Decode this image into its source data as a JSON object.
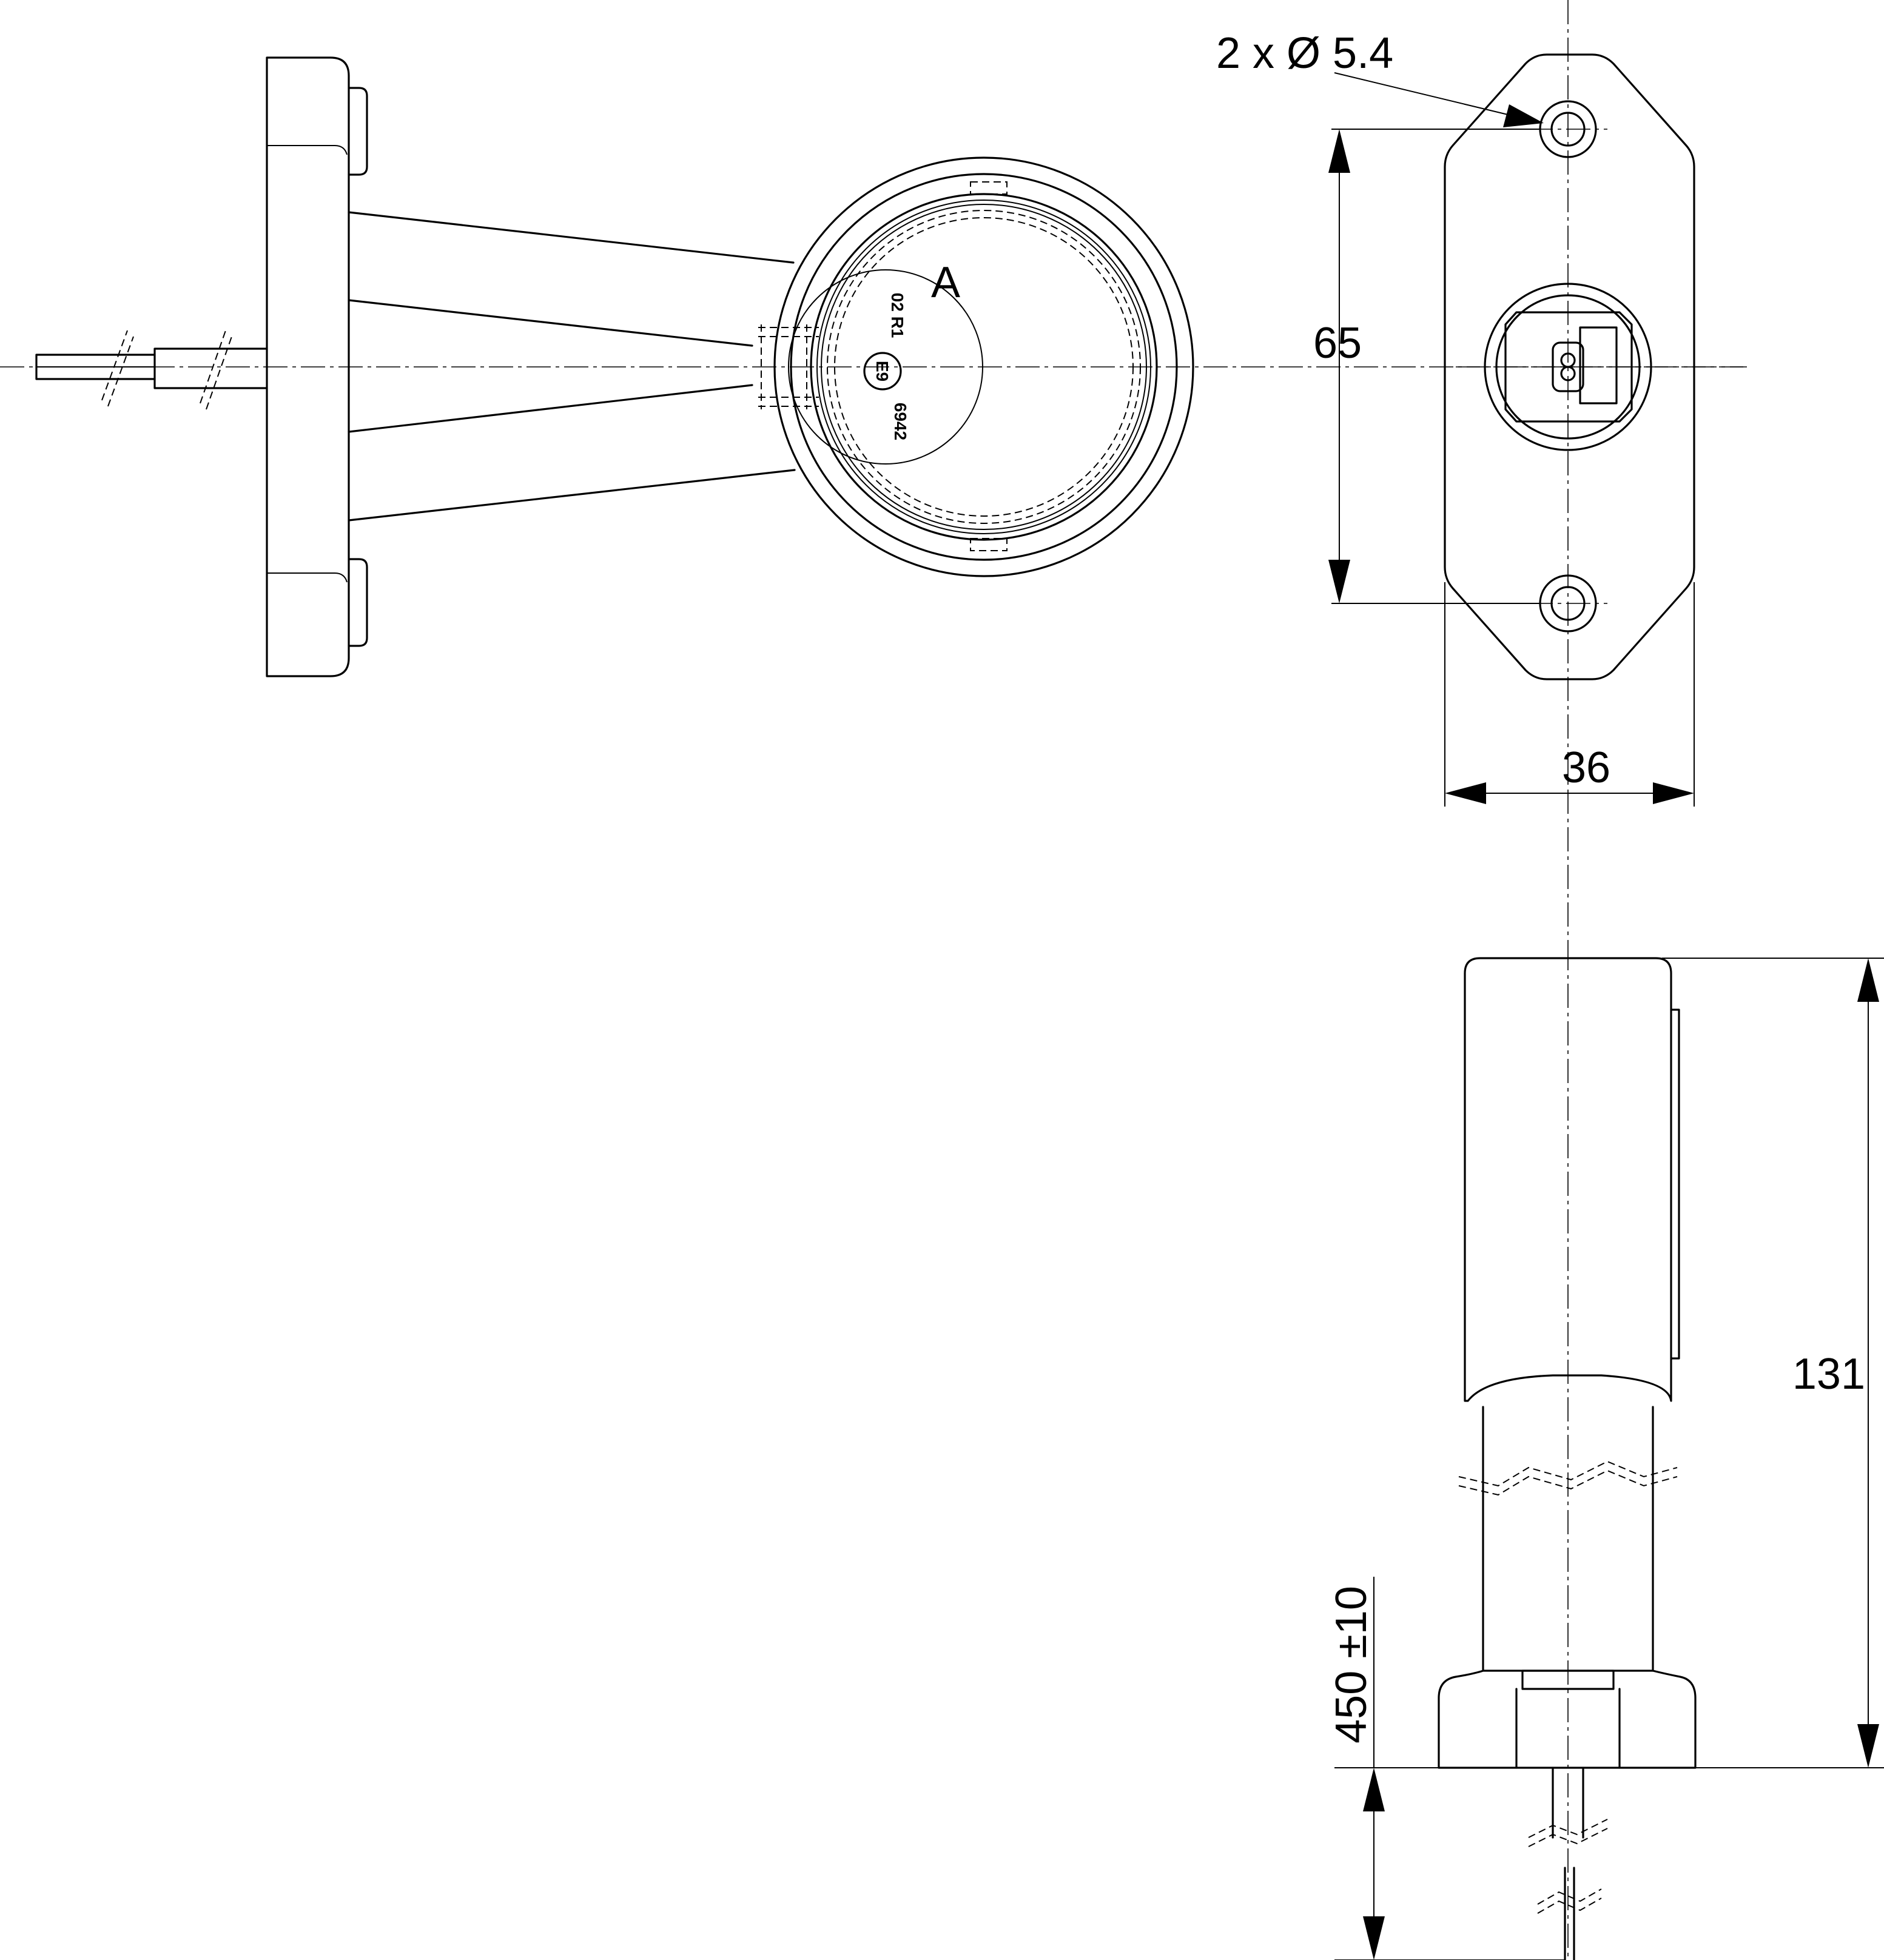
{
  "dimensions": {
    "hole_callout": "2 x Ø 5.4",
    "hole_spacing": "65",
    "width": "36",
    "height": "131",
    "cable_length": "450 ±10"
  },
  "markings": {
    "detail_letter": "A",
    "approval_ref": "02 R1",
    "approval_mark": "E9",
    "approval_number": "6942"
  },
  "colors": {
    "line": "#000000",
    "background": "#ffffff"
  }
}
